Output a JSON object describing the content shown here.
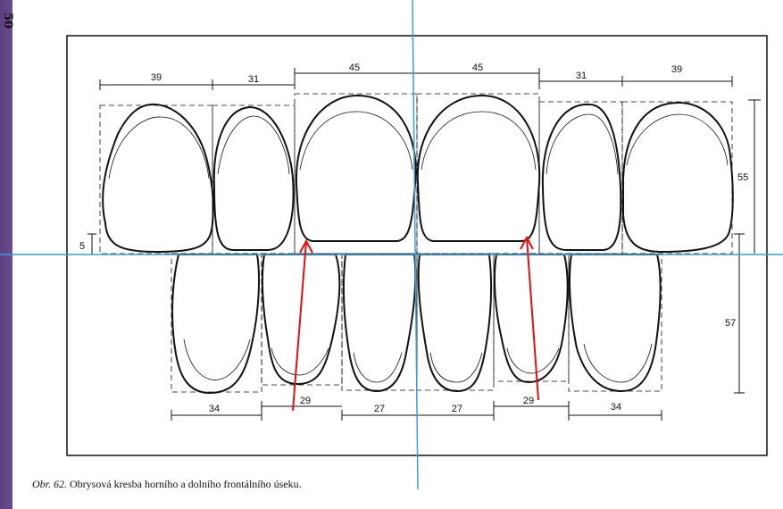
{
  "page_number": "50",
  "caption": {
    "figure": "Obr. 62.",
    "text": " Obrysová kresba horního a dolního frontálního úseku."
  },
  "measurements": {
    "upper_widths": [
      "39",
      "31",
      "45",
      "45",
      "31",
      "39"
    ],
    "lower_widths": [
      "34",
      "29",
      "27",
      "27",
      "29",
      "34"
    ],
    "upper_height": "55",
    "lower_height": "57",
    "overlap": "5"
  },
  "colors": {
    "guide_lines": "#3aa0d8",
    "arrows": "#e01010",
    "outline": "#111111"
  }
}
